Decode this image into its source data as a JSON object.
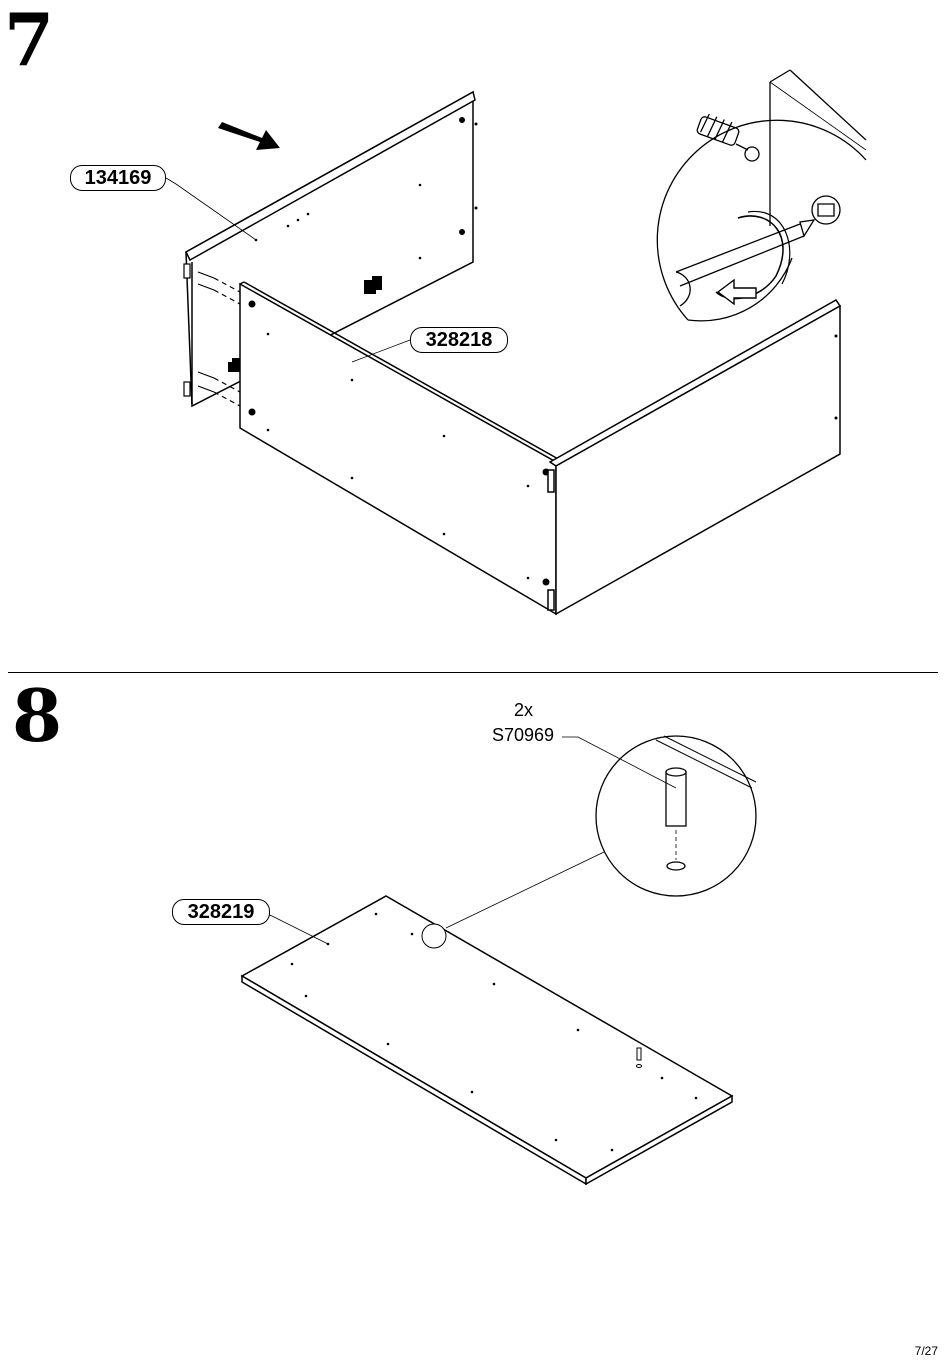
{
  "steps": {
    "step7": {
      "number": "7"
    },
    "step8": {
      "number": "8"
    }
  },
  "parts": {
    "back_panel": "134169",
    "side_panel": "328218",
    "bottom_panel": "328219"
  },
  "hardware": {
    "quantity": "2x",
    "dowel_code": "S70969"
  },
  "page_number": "7/27"
}
